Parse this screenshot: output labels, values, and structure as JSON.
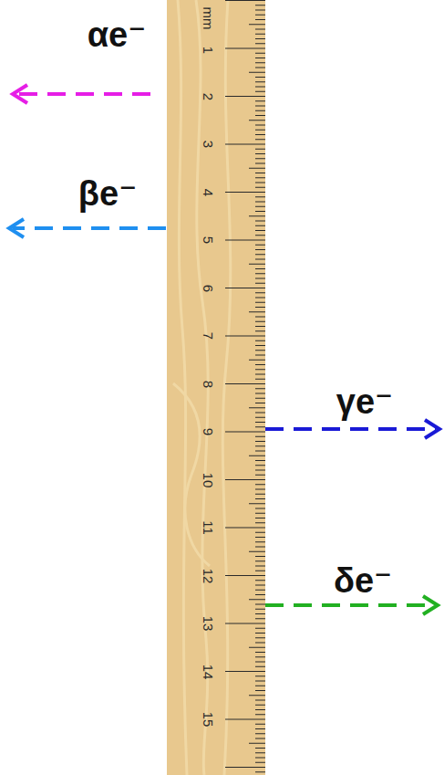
{
  "diagram": {
    "labels": [
      "αe⁻",
      "βe⁻",
      "mm",
      "1",
      "2",
      "3",
      "4",
      "5",
      "6",
      "7",
      "8",
      "9",
      "10",
      "11",
      "12",
      "13",
      "14",
      "15",
      "γe⁻",
      "δe⁻"
    ]
  }
}
